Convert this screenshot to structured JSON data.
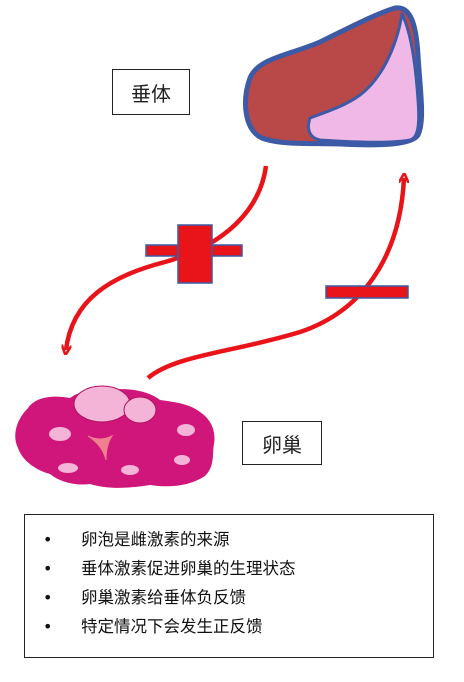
{
  "labels": {
    "pituitary": "垂体",
    "ovary": "卵巢"
  },
  "notes": [
    "卵泡是雌激素的来源",
    "垂体激素促进卵巢的生理状态",
    "卵巢激素给垂体负反馈",
    "特定情况下会发生正反馈"
  ],
  "colors": {
    "arrow": "#e8141a",
    "pituitary_fill": "#b94848",
    "pituitary_light": "#efb8e6",
    "pituitary_outline": "#3d5aa6",
    "ovary_fill": "#d0167a",
    "ovary_spots": "#f3b4d8",
    "inhibition_outline": "#3d5aa6"
  },
  "icons": {
    "pituitary": "pituitary-gland-icon",
    "ovary": "ovary-icon"
  }
}
